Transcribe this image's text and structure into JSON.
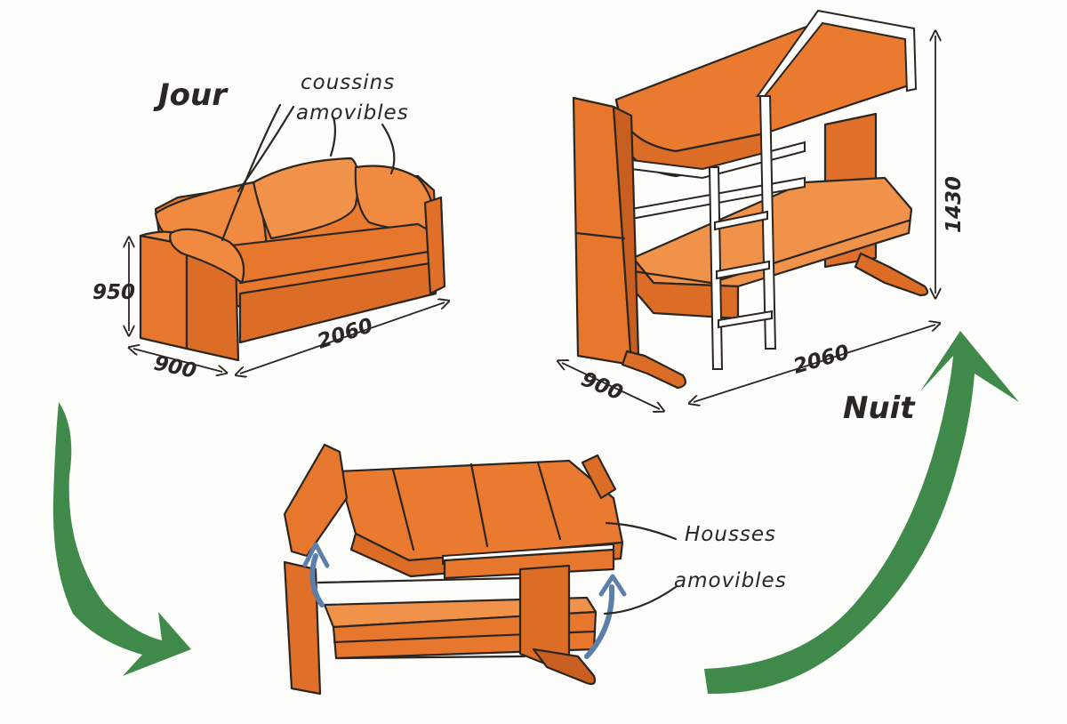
{
  "labels": {
    "day": "Jour",
    "night": "Nuit",
    "cushions_line1": "coussins",
    "cushions_line2": "amovibles",
    "covers_line1": "Housses",
    "covers_line2": "amovibles"
  },
  "dimensions": {
    "sofa_height": "950",
    "sofa_depth": "900",
    "sofa_width": "2060",
    "bunk_height": "1430",
    "bunk_depth": "900",
    "bunk_width": "2060"
  },
  "colors": {
    "wood_orange": "#e8772e",
    "wood_light": "#f0924a",
    "wood_dark": "#c85e1f",
    "arrow_green": "#3f8a4a",
    "arrow_blue": "#5b7fa8",
    "ink": "#2c2620"
  }
}
